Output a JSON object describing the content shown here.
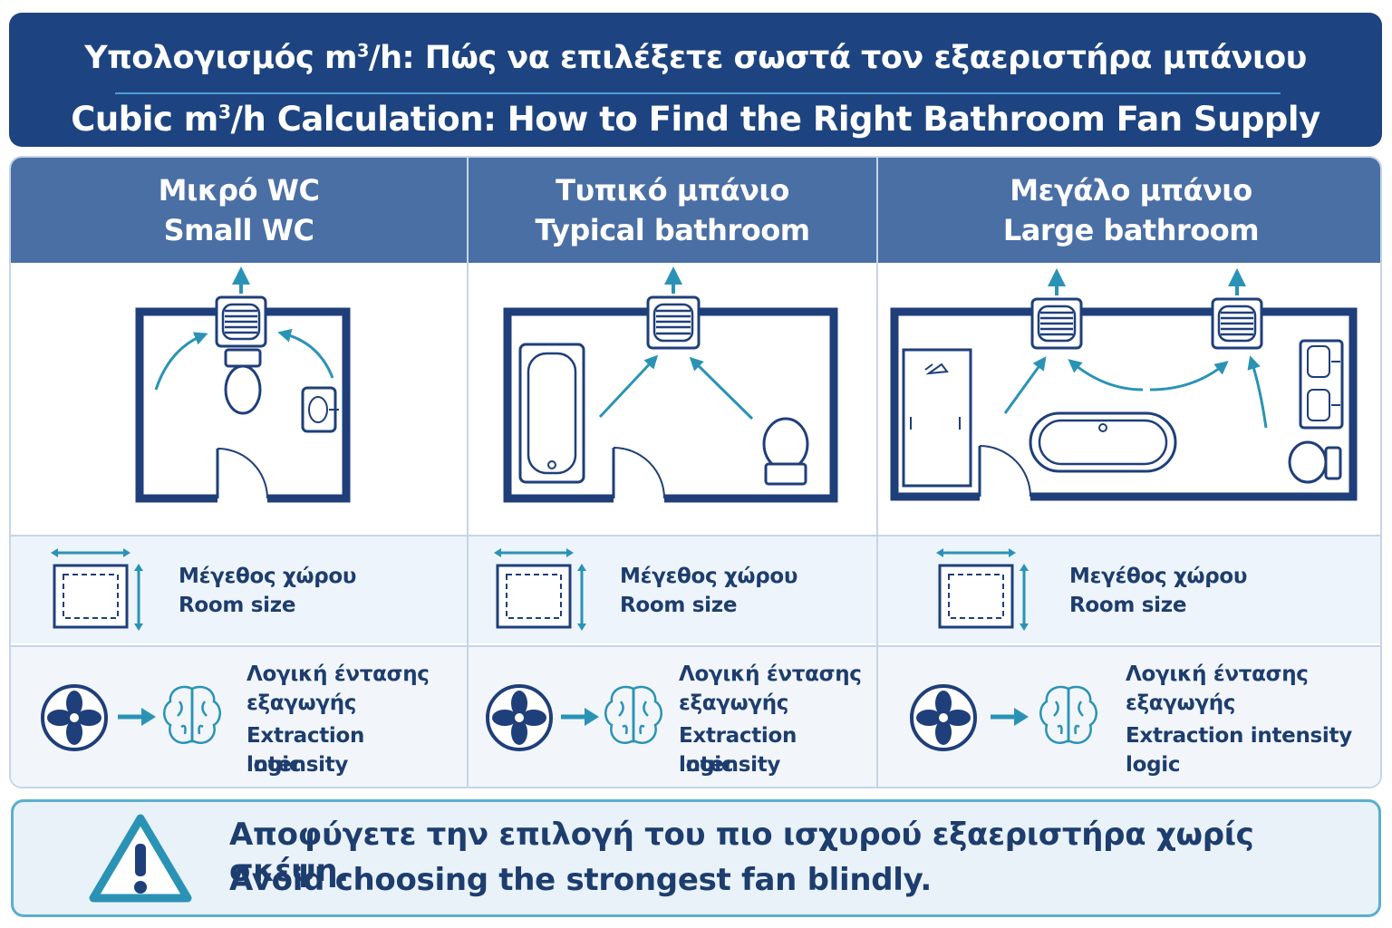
{
  "header": {
    "title_el_prefix": "Υπολογισμός m",
    "title_el_sup": "3",
    "title_el_suffix": "/h:  Πώς να επιλέξετε σωστά τον εξαεριστήρα μπάνιου",
    "title_en_prefix": "Cubic m",
    "title_en_sup": "3",
    "title_en_suffix": "/h Calculation: How to Find the Right Bathroom Fan Supply"
  },
  "columns": [
    {
      "title_el": "Μικρό WC",
      "title_en": "Small WC",
      "size_el": "Μέγεθος χώρου",
      "size_en": "Room size",
      "intensity_el_1": "Λογική έντασης",
      "intensity_el_2": "εξαγωγής",
      "intensity_en_1": "Extraction intensity",
      "intensity_en_2": "logic"
    },
    {
      "title_el": "Τυπικό μπάνιο",
      "title_en": "Typical bathroom",
      "size_el": "Μέγεθος χώρου",
      "size_en": "Room size",
      "intensity_el_1": "Λογική έντασης",
      "intensity_el_2": "εξαγωγής",
      "intensity_en_1": "Extraction intensity",
      "intensity_en_2": "logic"
    },
    {
      "title_el": "Μεγάλο μπάνιο",
      "title_en": "Large bathroom",
      "size_el": "Μεγέθος χώρου",
      "size_en": "Room size",
      "intensity_el_1": "Λογική έντασης",
      "intensity_el_2": "εξαγωγής",
      "intensity_en_1": "Extraction intensity",
      "intensity_en_2": "logic"
    }
  ],
  "warning": {
    "text_el": "Αποφύγετε την επιλογή του πιο ισχυρού εξαεριστήρα χωρίς σκέψη.",
    "text_en": "Avoid choosing the strongest fan blindly."
  },
  "colors": {
    "navy": "#1d4480",
    "column_header": "#4a6fa5",
    "plan_wall": "#1f3f7a",
    "airflow_teal": "#2a93b5",
    "warning_border": "#5aaed0"
  },
  "icons": [
    "exhaust-fan-icon",
    "toilet-icon",
    "sink-icon",
    "bathtub-icon",
    "shower-icon",
    "room-size-icon",
    "fan-icon",
    "brain-icon",
    "warning-icon",
    "arrow-right-icon"
  ]
}
